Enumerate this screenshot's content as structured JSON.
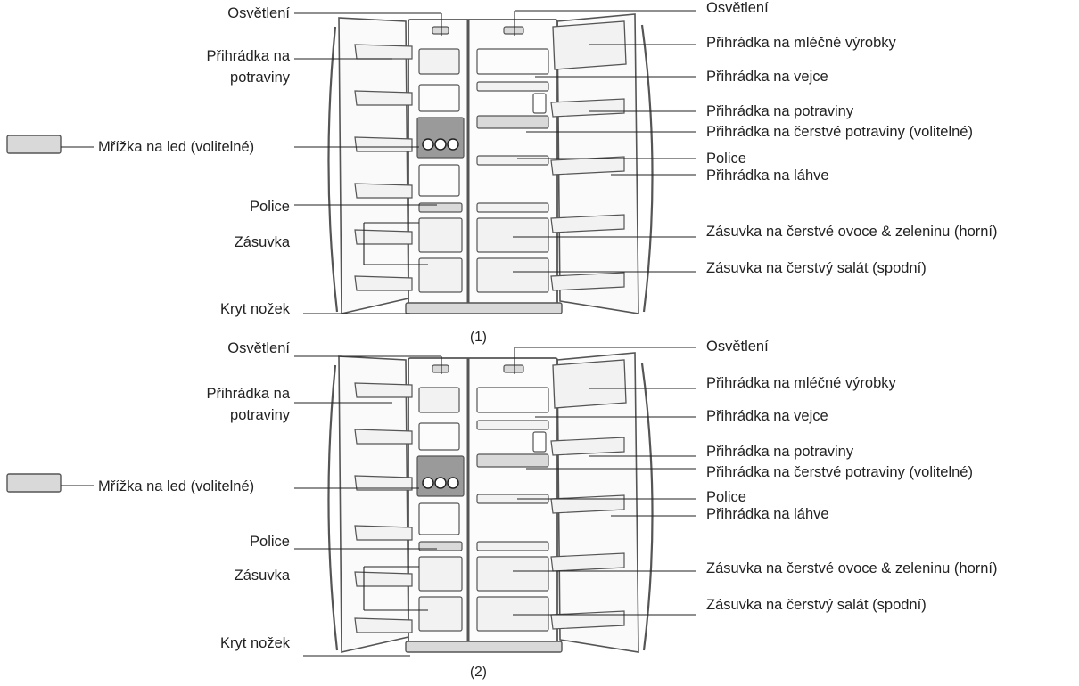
{
  "diagrams": [
    {
      "caption": "(1)",
      "labels": {
        "light_left": "Osvětlení",
        "food_shelf_left_line1": "Přihrádka na",
        "food_shelf_left_line2": "potraviny",
        "ice_tray": "Mřížka na led (volitelné)",
        "shelf_left": "Police",
        "drawer_left": "Zásuvka",
        "foot_cover": "Kryt nožek",
        "light_right": "Osvětlení",
        "dairy": "Přihrádka na mléčné výrobky",
        "egg": "Přihrádka na vejce",
        "food_right": "Přihrádka na potraviny",
        "fresh_food": "Přihrádka na čerstvé potraviny (volitelné)",
        "shelf_right": "Police",
        "bottle": "Přihrádka na láhve",
        "veg_drawer": "Zásuvka na čerstvé ovoce & zeleninu (horní)",
        "salad_drawer": "Zásuvka na čerstvý salát (spodní)"
      }
    },
    {
      "caption": "(2)",
      "labels": {
        "light_left": "Osvětlení",
        "food_shelf_left_line1": "Přihrádka na",
        "food_shelf_left_line2": "potraviny",
        "ice_tray": "Mřížka na led (volitelné)",
        "shelf_left": "Police",
        "drawer_left": "Zásuvka",
        "foot_cover": "Kryt nožek",
        "light_right": "Osvětlení",
        "dairy": "Přihrádka na mléčné výrobky",
        "egg": "Přihrádka na vejce",
        "food_right": "Přihrádka na potraviny",
        "fresh_food": "Přihrádka na čerstvé potraviny (volitelné)",
        "shelf_right": "Police",
        "bottle": "Přihrádka na láhve",
        "veg_drawer": "Zásuvka na čerstvé ovoce & zeleninu (horní)",
        "salad_drawer": "Zásuvka na čerstvý salát (spodní)"
      }
    }
  ],
  "colors": {
    "line": "#222222",
    "outline": "#555555",
    "fill_light": "#f2f2f2",
    "fill_mid": "#d9d9d9",
    "fill_dark": "#9a9a9a"
  }
}
